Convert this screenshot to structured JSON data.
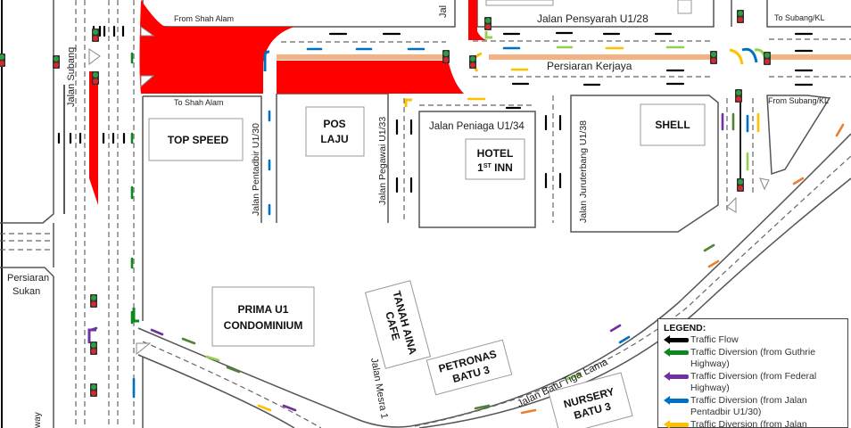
{
  "map": {
    "roads": {
      "jalan_subang": "Jalan Subang",
      "persiaran_sukan": "Persiaran\nSukan",
      "persiaran_sukan_line1": "Persiaran",
      "persiaran_sukan_line2": "Sukan",
      "jalan_pentadbir": "Jalan Pentadbir U1/30",
      "jalan_pegawai": "Jalan Pegawai U1/33",
      "jalan_peniaga": "Jalan Peniaga U1/34",
      "jalan_juruterbang": "Jalan Juruterbang U1/38",
      "jalan_pensyarah": "Jalan Pensyarah U1/28",
      "persiaran_kerjaya": "Persiaran Kerjaya",
      "jalan_batu_tiga_lama": "Jalan Batu Tiga Lama",
      "jalan_mesra": "Jalan Mesra 1",
      "top_partial": "Jal",
      "bottom_left_partial": "way"
    },
    "directions": {
      "from_shah_alam": "From Shah Alam",
      "to_shah_alam": "To Shah  Alam",
      "to_subang_kl": "To Subang/KL",
      "from_subang_kl": "From Subang/KL"
    },
    "buildings": {
      "top_speed": "TOP SPEED",
      "pos_laju_1": "POS",
      "pos_laju_2": "LAJU",
      "hotel_1": "HOTEL",
      "hotel_2_num": "1",
      "hotel_2_sup": "ST",
      "hotel_2_rest": " INN",
      "shell": "SHELL",
      "prima_1": "PRIMA U1",
      "prima_2": "CONDOMINIUM",
      "tanah_1": "TANAH AINA",
      "tanah_2": "CAFE",
      "petronas_1": "PETRONAS",
      "petronas_2": "BATU 3",
      "nursery_1": "NURSERY",
      "nursery_2": "BATU 3"
    }
  },
  "legend": {
    "title": "LEGEND:",
    "items": [
      {
        "label": "Traffic Flow",
        "color": "#000000"
      },
      {
        "label": "Traffic Diversion (from Guthrie Highway)",
        "color": "#0a8a1e"
      },
      {
        "label": "Traffic Diversion (from Federal Highway)",
        "color": "#7030a0"
      },
      {
        "label": "Traffic Diversion (from Jalan Pentadbir U1/30)",
        "color": "#0070c0"
      },
      {
        "label": "Traffic Diversion (from Jalan",
        "color": "#ffc000"
      }
    ]
  },
  "colors": {
    "closure": "#ff0000",
    "median": "#f4b183",
    "flow": "#000000",
    "guthrie": "#0a8a1e",
    "federal": "#7030a0",
    "pentadbir": "#0070c0",
    "yellow": "#ffc000",
    "lightgreen": "#92d050",
    "olive": "#548235",
    "orange": "#ed7d31"
  }
}
